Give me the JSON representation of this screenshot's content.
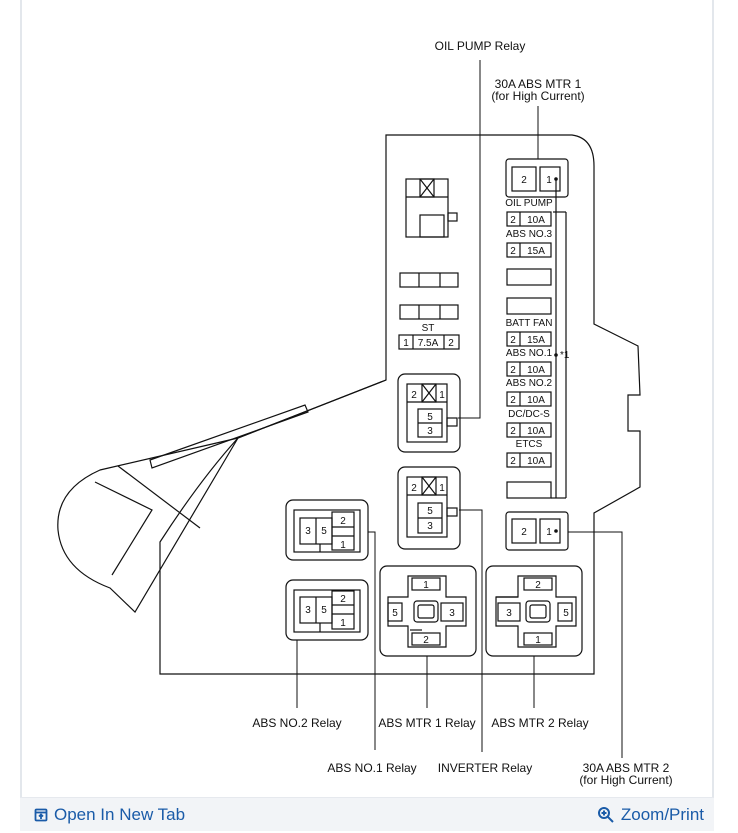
{
  "labels": {
    "oil_pump_relay": "OIL PUMP Relay",
    "abs_mtr1_fuse_line1": "30A ABS MTR 1",
    "abs_mtr1_fuse_line2": "(for High Current)",
    "abs_mtr2_fuse_line1": "30A ABS MTR 2",
    "abs_mtr2_fuse_line2": "(for High Current)",
    "abs_no2_relay": "ABS NO.2 Relay",
    "abs_mtr1_relay": "ABS MTR 1 Relay",
    "abs_mtr2_relay": "ABS MTR 2 Relay",
    "abs_no1_relay": "ABS NO.1 Relay",
    "inverter_relay": "INVERTER Relay",
    "bus_marker": "*1"
  },
  "fuses": [
    {
      "name": "OIL PUMP",
      "pin": "2",
      "amp": "10A"
    },
    {
      "name": "ABS NO.3",
      "pin": "2",
      "amp": "15A"
    },
    {
      "name": "BATT FAN",
      "pin": "2",
      "amp": "15A"
    },
    {
      "name": "ABS NO.1",
      "pin": "2",
      "amp": "10A"
    },
    {
      "name": "ABS NO.2",
      "pin": "2",
      "amp": "10A"
    },
    {
      "name": "DC/DC-S",
      "pin": "2",
      "amp": "10A"
    },
    {
      "name": "ETCS",
      "pin": "2",
      "amp": "10A"
    }
  ],
  "st_fuse": {
    "name": "ST",
    "pin_left": "1",
    "amp": "7.5A",
    "pin_right": "2"
  },
  "relay_pins": {
    "p1": "1",
    "p2": "2",
    "p3": "3",
    "p5": "5"
  },
  "footer": {
    "open_new_tab": "Open In New Tab",
    "zoom_print": "Zoom/Print"
  },
  "colors": {
    "link": "#1a5ba8",
    "footer_bg": "#f2f4f7"
  }
}
